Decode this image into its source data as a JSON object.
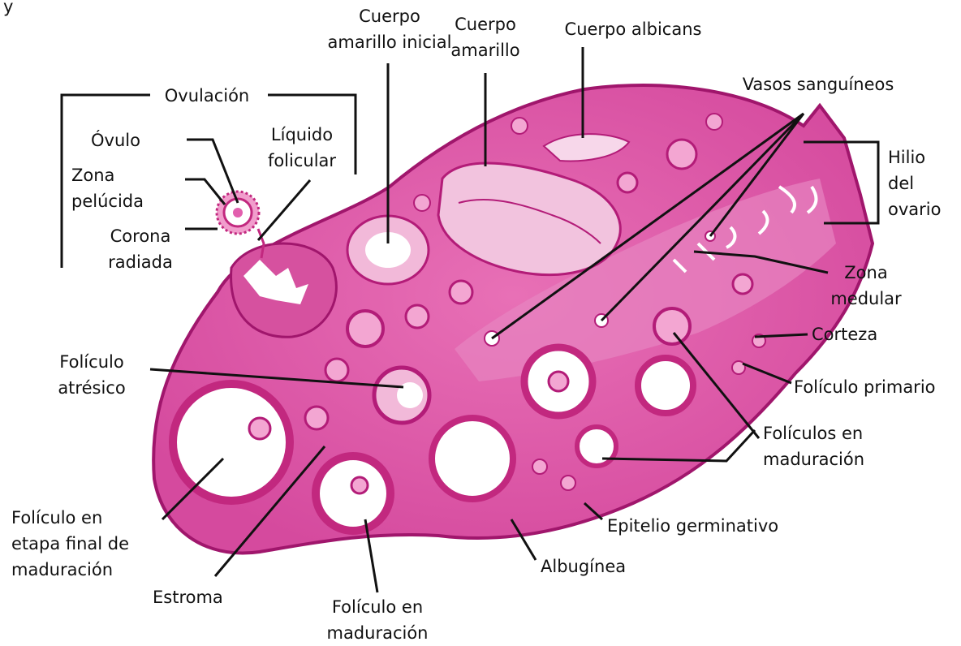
{
  "figure": {
    "corner_text": "y",
    "colors": {
      "tissue": "#e25fae",
      "tissue_light": "#f3a6d2",
      "tissue_dark": "#b31c78",
      "cavity": "#ffffff",
      "line": "#111111"
    }
  },
  "labels": {
    "cuerpo_amarillo_inicial": [
      "Cuerpo",
      "amarillo inicial"
    ],
    "cuerpo_amarillo": [
      "Cuerpo",
      "amarillo"
    ],
    "cuerpo_albicans": "Cuerpo albicans",
    "ovulacion": "Ovulación",
    "vasos_sanguineos": "Vasos sanguíneos",
    "ovulo": "Óvulo",
    "liquido_folicular": [
      "Líquido",
      "folicular"
    ],
    "zona_pelucida": [
      "Zona",
      "pelúcida"
    ],
    "corona_radiada": [
      "Corona",
      "radiada"
    ],
    "hilio_del_ovario": [
      "Hilio",
      "del",
      "ovario"
    ],
    "zona_medular": [
      "Zona",
      "medular"
    ],
    "corteza": "Corteza",
    "foliculo_atresico": [
      "Folículo",
      "atrésico"
    ],
    "foliculo_primario": "Folículo primario",
    "foliculos_en_maduracion": [
      "Folículos en",
      "maduración"
    ],
    "epitelio_germinativo": "Epitelio germinativo",
    "foliculo_etapa_final": [
      "Folículo en",
      "etapa final de",
      "maduración"
    ],
    "estroma": "Estroma",
    "foliculo_en_maduracion": [
      "Folículo en",
      "maduración"
    ],
    "albuginea": "Albugínea"
  }
}
